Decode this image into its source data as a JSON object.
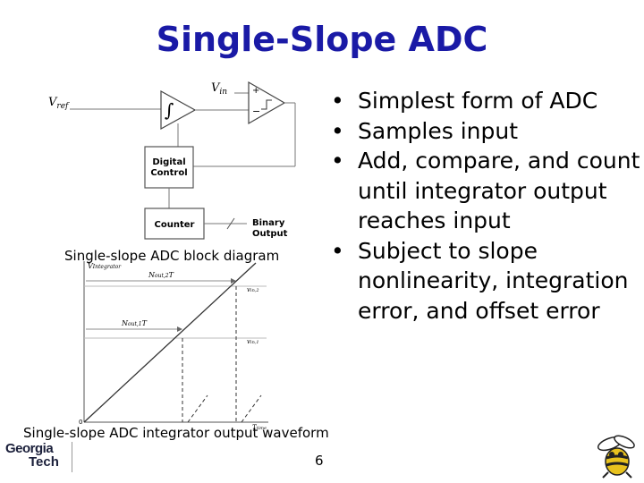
{
  "slide": {
    "title": "Single-Slope ADC",
    "page_number": "6",
    "logo_left": [
      "Georgia",
      "Tech"
    ]
  },
  "bullets": [
    "Simplest form of ADC",
    "Samples input",
    "Add, compare, and count until integrator output reaches input",
    "Subject to slope nonlinearity, integration error, and offset error"
  ],
  "block_diagram": {
    "caption": "Single-slope ADC block diagram",
    "v_ref": "V",
    "v_ref_sub": "ref",
    "v_in": "V",
    "v_in_sub": "in",
    "integrator_symbol": "∫",
    "digital_control": [
      "Digital",
      "Control"
    ],
    "counter": "Counter",
    "binary_output": [
      "Binary",
      "Output"
    ]
  },
  "waveform": {
    "caption": "Single-slope ADC integrator output waveform",
    "y_axis": "V",
    "y_axis_sub": "Integrator",
    "label_n2": "N",
    "label_n2_sub": "out,2",
    "label_n1": "N",
    "label_n1_sub": "out,1",
    "label_t": "T",
    "v_in2": "v",
    "v_in2_sub": "in,2",
    "v_in1": "v",
    "v_in1_sub": "in,1",
    "origin": "0",
    "x_axis": "T",
    "x_axis_sub": "time"
  }
}
